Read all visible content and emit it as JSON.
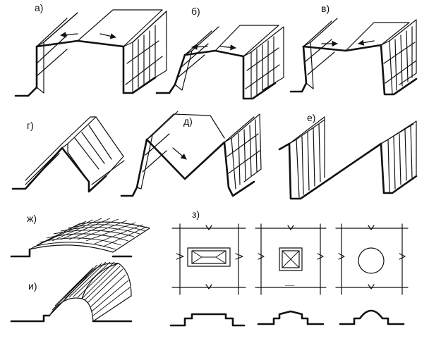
{
  "labels": {
    "a": "а)",
    "b": "б)",
    "v": "в)",
    "g": "г)",
    "d": "д)",
    "e": "е)",
    "zh": "ж)",
    "z": "з)",
    "i": "и)"
  },
  "plan_mark": "___"
}
